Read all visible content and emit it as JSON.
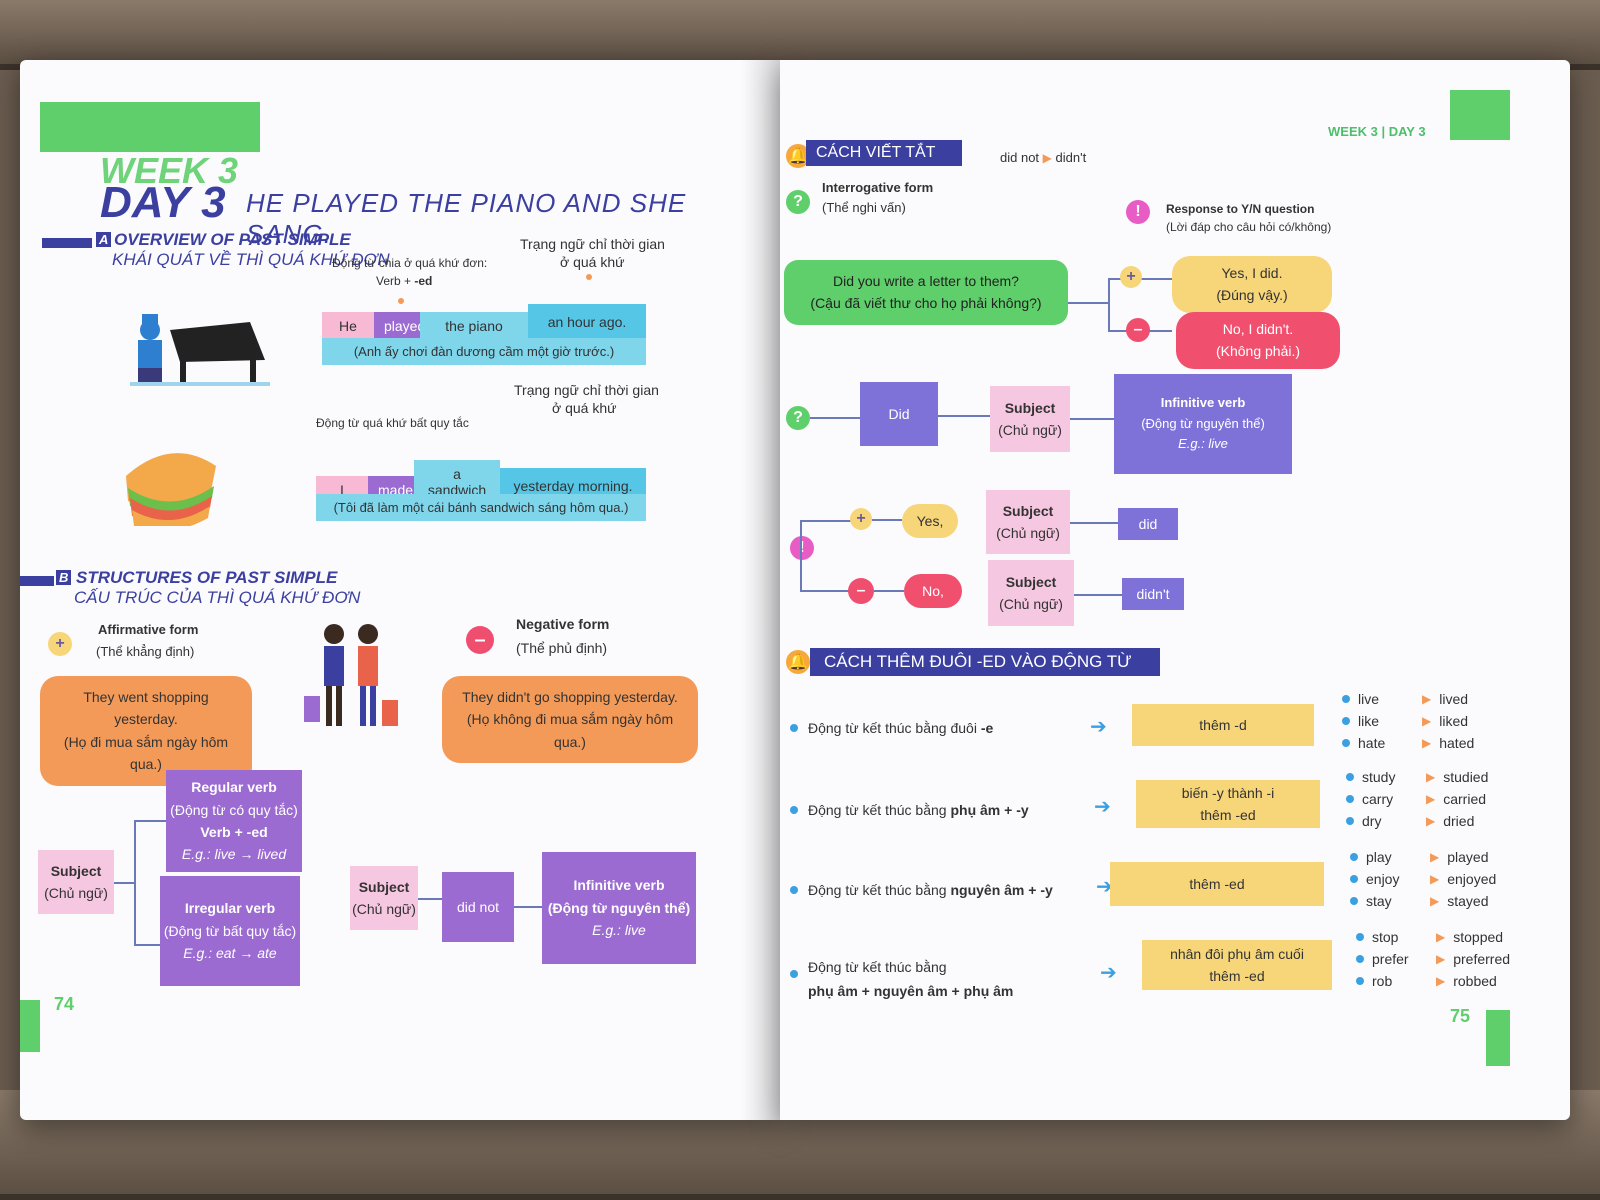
{
  "colors": {
    "accent": "#3b3fa0",
    "green": "#5fcf6b",
    "pink": "#f7b9d4",
    "purple": "#9b6bd1",
    "cyan": "#56c6e6",
    "orange": "#f39a58",
    "yellow": "#f7d67a",
    "red": "#ef4e6e"
  },
  "left": {
    "week": "WEEK 3",
    "day": "DAY 3",
    "title": "HE PLAYED THE PIANO AND SHE SANG.",
    "secA": {
      "letter": "A",
      "en": "OVERVIEW OF PAST SIMPLE",
      "vi": "KHÁI QUÁT VỀ THÌ QUÁ KHỨ ĐƠN"
    },
    "ex1": {
      "verb_label": "Động từ chia ở quá khứ đơn:",
      "verb_rule_pre": "Verb + ",
      "verb_rule_bold": "-ed",
      "adv_label1": "Trạng ngữ chỉ thời gian",
      "adv_label2": "ở quá khứ",
      "words": [
        "He",
        "played",
        "the piano",
        "an hour ago."
      ],
      "translation": "(Anh ấy chơi đàn dương cầm một giờ trước.)"
    },
    "ex2": {
      "verb_label": "Động từ quá khứ bất quy tắc",
      "adv_label1": "Trạng ngữ chỉ thời gian",
      "adv_label2": "ở quá khứ",
      "words": [
        "I",
        "made",
        "a sandwich",
        "yesterday morning."
      ],
      "translation": "(Tôi đã làm một cái bánh sandwich sáng hôm qua.)"
    },
    "secB": {
      "letter": "B",
      "en": "STRUCTURES OF PAST SIMPLE",
      "vi": "CẤU TRÚC CỦA THÌ QUÁ KHỨ ĐƠN"
    },
    "affirm": {
      "en": "Affirmative form",
      "vi": "(Thể khẳng định)",
      "bubble1": "They went shopping yesterday.",
      "bubble2": "(Họ đi mua sắm ngày hôm qua.)"
    },
    "neg": {
      "en": "Negative form",
      "vi": "(Thể phủ định)",
      "bubble1": "They didn't go shopping yesterday.",
      "bubble2": "(Họ không đi mua sắm ngày hôm qua.)"
    },
    "tree": {
      "subject": "Subject",
      "subject_vi": "(Chủ ngữ)",
      "regular": [
        "Regular verb",
        "(Động từ có quy tắc)",
        "Verb + -ed",
        "E.g.: live → lived"
      ],
      "irregular": [
        "Irregular verb",
        "(Động từ bất quy tắc)",
        "E.g.: eat → ate"
      ]
    },
    "negtree": {
      "subject": "Subject",
      "subject_vi": "(Chủ ngữ)",
      "didnot": "did not",
      "inf": "Infinitive verb",
      "inf_vi": "(Động từ nguyên thể)",
      "eg": "E.g.: live"
    },
    "pagenum": "74"
  },
  "right": {
    "header": "WEEK 3 | DAY 3",
    "abbr_title": "CÁCH VIẾT TẮT",
    "abbr_from": "did not",
    "abbr_to": "didn't",
    "interrog": {
      "en": "Interrogative form",
      "vi": "(Thể nghi vấn)",
      "q": "?"
    },
    "response": {
      "en": "Response to Y/N question",
      "vi": "(Lời đáp cho câu hỏi có/không)",
      "mark": "!"
    },
    "question": {
      "l1": "Did you write a letter to them?",
      "l2": "(Cậu đã viết thư cho họ phải không?)"
    },
    "yes": {
      "l1": "Yes, I did.",
      "l2": "(Đúng vậy.)"
    },
    "no": {
      "l1": "No, I didn't.",
      "l2": "(Không phải.)"
    },
    "qtree": {
      "did": "Did",
      "subject": "Subject",
      "subject_vi": "(Chủ ngữ)",
      "inf": "Infinitive verb",
      "inf_vi": "(Động từ nguyên thể)",
      "eg": "E.g.: live"
    },
    "rtree": {
      "yes": "Yes,",
      "no": "No,",
      "subject": "Subject",
      "subject_vi": "(Chủ ngữ)",
      "did": "did",
      "didnt": "didn't"
    },
    "ed_title": "CÁCH THÊM ĐUÔI -ED VÀO ĐỘNG TỪ",
    "rules": [
      {
        "pre": "Động từ kết thúc bằng đuôi ",
        "bold": "-e",
        "box1": "thêm -d",
        "box2": "",
        "ex": [
          [
            "live",
            "lived"
          ],
          [
            "like",
            "liked"
          ],
          [
            "hate",
            "hated"
          ]
        ]
      },
      {
        "pre": "Động từ kết thúc bằng ",
        "bold": "phụ âm + -y",
        "box1": "biến -y thành -i",
        "box2": "thêm -ed",
        "ex": [
          [
            "study",
            "studied"
          ],
          [
            "carry",
            "carried"
          ],
          [
            "dry",
            "dried"
          ]
        ]
      },
      {
        "pre": "Động từ kết thúc bằng ",
        "bold": "nguyên âm + -y",
        "box1": "thêm -ed",
        "box2": "",
        "ex": [
          [
            "play",
            "played"
          ],
          [
            "enjoy",
            "enjoyed"
          ],
          [
            "stay",
            "stayed"
          ]
        ]
      },
      {
        "pre": "Động từ kết thúc bằng",
        "bold": "phụ âm + nguyên âm + phụ âm",
        "box1": "nhân đôi phụ âm cuối",
        "box2": "thêm -ed",
        "ex": [
          [
            "stop",
            "stopped"
          ],
          [
            "prefer",
            "preferred"
          ],
          [
            "rob",
            "robbed"
          ]
        ]
      }
    ],
    "pagenum": "75"
  }
}
